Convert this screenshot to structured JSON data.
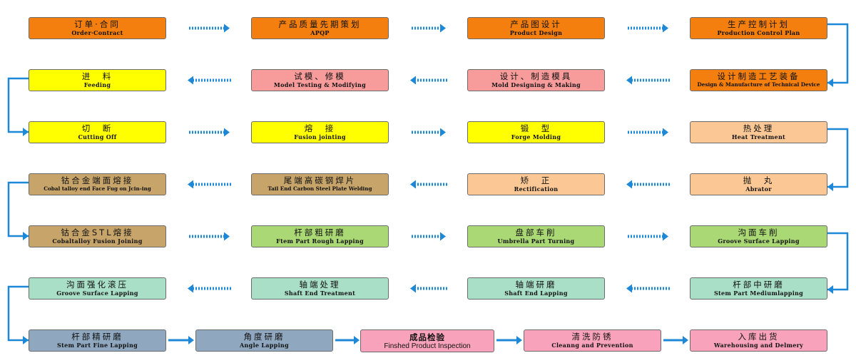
{
  "colors": {
    "orange": "#f47f0e",
    "yellow": "#ffff00",
    "pink": "#f79b9b",
    "peach": "#fbc795",
    "tan": "#c7a46a",
    "green": "#aad875",
    "mint": "#a9dfc7",
    "steel": "#8fa8bf",
    "rose": "#f8a3bb",
    "arrow": "#1e88d8"
  },
  "steps": {
    "order": {
      "cn": "订单·合同",
      "en": "Order·Contract"
    },
    "apqp": {
      "cn": "产品质量先期策划",
      "en": "APQP"
    },
    "product_design": {
      "cn": "产品图设计",
      "en": "Product Design"
    },
    "control_plan": {
      "cn": "生产控制计划",
      "en": "Production Control Plan"
    },
    "device": {
      "cn": "设计制造工艺装备",
      "en": "Design & Manufacture of Technical Device"
    },
    "mold": {
      "cn": "设计、制造模具",
      "en": "Mold Designing & Making"
    },
    "testing": {
      "cn": "试模、修模",
      "en": "Model Testing & Modifying"
    },
    "feeding": {
      "cn": "进　料",
      "en": "Feeding"
    },
    "cutting": {
      "cn": "切　断",
      "en": "Cutting Off"
    },
    "fusion": {
      "cn": "熔　接",
      "en": "Fusion jointing"
    },
    "forge": {
      "cn": "锻　型",
      "en": "Forge Molding"
    },
    "heat": {
      "cn": "热处理",
      "en": "Heat Treatment"
    },
    "abrator": {
      "cn": "抛　丸",
      "en": "Abrator"
    },
    "rectification": {
      "cn": "矫　正",
      "en": "Rectification"
    },
    "welding": {
      "cn": "尾端高碳钢焊片",
      "en": "Tail End Carbon Steel Plate Welding"
    },
    "cobalt_face": {
      "cn": "钴合金端面熔接",
      "en": "Cobal talloy end Face Fug on Jcin-ing"
    },
    "cobalt_fusion": {
      "cn": "钴合金STL熔接",
      "en": "Cobaltalloy Fusion Joining"
    },
    "rough": {
      "cn": "杆部粗研磨",
      "en": "Ftem Part Rough Lapping"
    },
    "umbrella": {
      "cn": "盘部车削",
      "en": "Umbrella Part Turning"
    },
    "groove_lap": {
      "cn": "沟面车削",
      "en": "Groove Surface Lapping"
    },
    "medium": {
      "cn": "杆部中研磨",
      "en": "Stem Part Mediumlapping"
    },
    "shaft_lap": {
      "cn": "轴端研磨",
      "en": "Shaft End Lapping"
    },
    "shaft_treat": {
      "cn": "轴端处理",
      "en": "Shaft End Treatment"
    },
    "groove_roll": {
      "cn": "沟面强化滚压",
      "en": "Groove Surface Lapping"
    },
    "fine": {
      "cn": "杆部精研磨",
      "en": "Stem Part Fine Lapping"
    },
    "angle": {
      "cn": "角度研磨",
      "en": "Angle Lapping"
    },
    "inspection": {
      "cn": "成品检验",
      "en": "Finshed Product Inspection"
    },
    "cleaning": {
      "cn": "清洗防锈",
      "en": "Cleanng and Prevention"
    },
    "warehouse": {
      "cn": "入库出货",
      "en": "Warehousing and Delmery"
    }
  }
}
